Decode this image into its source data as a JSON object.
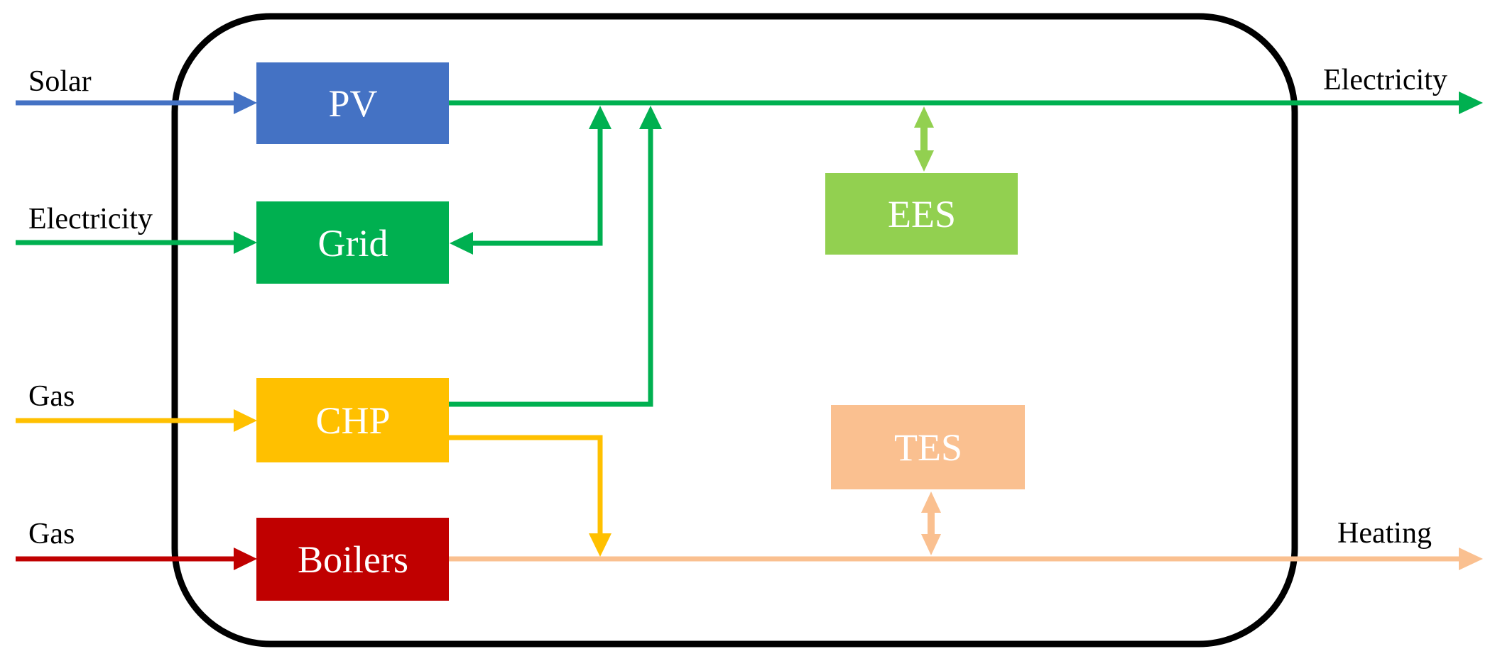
{
  "diagram": {
    "kind": "energy-hub-flow-diagram",
    "description": "Rounded-rectangle system boundary with converter/storage blocks; energy carrier inputs on the left, electricity and heating outputs on the right"
  },
  "colors": {
    "solar_blue": "#4472C4",
    "electricity_green": "#00B050",
    "gas_yellow": "#FFC000",
    "boiler_red": "#C00000",
    "storage_light_green": "#92D050",
    "heating_peach": "#FAC090",
    "outline_black": "#000000",
    "box_text_white": "#FFFFFF",
    "label_text_black": "#000000"
  },
  "boxes": {
    "pv": {
      "label": "PV",
      "color": "#4472C4"
    },
    "grid": {
      "label": "Grid",
      "color": "#00B050"
    },
    "chp": {
      "label": "CHP",
      "color": "#FFC000"
    },
    "boilers": {
      "label": "Boilers",
      "color": "#C00000"
    },
    "ees": {
      "label": "EES",
      "color": "#92D050"
    },
    "tes": {
      "label": "TES",
      "color": "#FAC090"
    }
  },
  "io_labels": {
    "solar_in": "Solar",
    "electricity_in": "Electricity",
    "gas_chp_in": "Gas",
    "gas_boilers_in": "Gas",
    "electricity_out": "Electricity",
    "heating_out": "Heating"
  },
  "flows": [
    {
      "from": "Solar input",
      "to": "PV",
      "carrier": "solar",
      "color": "#4472C4",
      "bidirectional": false
    },
    {
      "from": "Electricity input",
      "to": "Grid",
      "carrier": "electricity",
      "color": "#00B050",
      "bidirectional": false
    },
    {
      "from": "Gas input",
      "to": "CHP",
      "carrier": "gas",
      "color": "#FFC000",
      "bidirectional": false
    },
    {
      "from": "Gas input",
      "to": "Boilers",
      "carrier": "gas",
      "color": "#C00000",
      "bidirectional": false
    },
    {
      "from": "PV",
      "to": "Electricity bus",
      "carrier": "electricity",
      "color": "#00B050",
      "bidirectional": false
    },
    {
      "from": "Grid",
      "to": "Electricity bus",
      "carrier": "electricity",
      "color": "#00B050",
      "bidirectional": true
    },
    {
      "from": "CHP",
      "to": "Electricity bus",
      "carrier": "electricity",
      "color": "#00B050",
      "bidirectional": false
    },
    {
      "from": "CHP",
      "to": "Heating bus",
      "carrier": "heat",
      "color": "#FFC000",
      "bidirectional": false
    },
    {
      "from": "Boilers",
      "to": "Heating bus",
      "carrier": "heat",
      "color": "#FAC090",
      "bidirectional": false
    },
    {
      "from": "EES",
      "to": "Electricity bus",
      "carrier": "electricity",
      "color": "#92D050",
      "bidirectional": true
    },
    {
      "from": "TES",
      "to": "Heating bus",
      "carrier": "heat",
      "color": "#FAC090",
      "bidirectional": true
    },
    {
      "from": "Electricity bus",
      "to": "Electricity output",
      "carrier": "electricity",
      "color": "#00B050",
      "bidirectional": false
    },
    {
      "from": "Heating bus",
      "to": "Heating output",
      "carrier": "heat",
      "color": "#FAC090",
      "bidirectional": false
    }
  ]
}
